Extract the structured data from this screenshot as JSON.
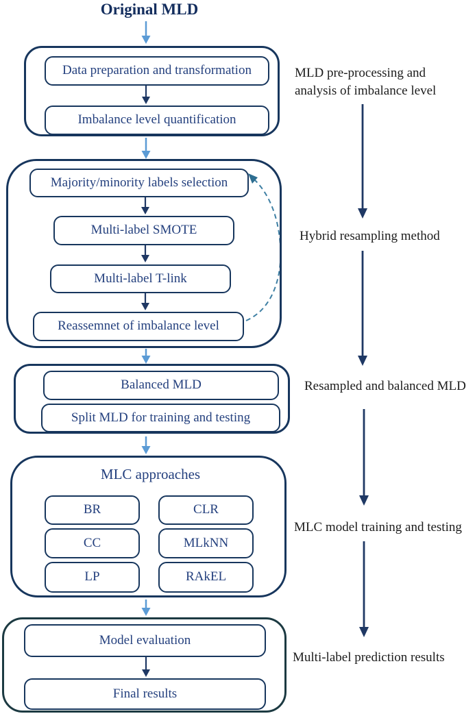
{
  "title": "Original MLD",
  "stages": {
    "preprocessing": {
      "boxes": [
        "Data preparation and transformation",
        "Imbalance level quantification"
      ]
    },
    "resampling": {
      "boxes": [
        "Majority/minority labels selection",
        "Multi-label SMOTE",
        "Multi-label T-link",
        "Reassemnet of imbalance level"
      ]
    },
    "balanced": {
      "boxes": [
        "Balanced MLD",
        "Split MLD for training and testing"
      ]
    },
    "mlc": {
      "title": "MLC approaches",
      "algorithms": [
        "BR",
        "CLR",
        "CC",
        "MLkNN",
        "LP",
        "RAkEL"
      ]
    },
    "evaluation": {
      "boxes": [
        "Model evaluation",
        "Final results"
      ]
    }
  },
  "side_labels": {
    "preprocessing_line1": "MLD pre-processing and",
    "preprocessing_line2": "analysis of imbalance level",
    "resampling": "Hybrid resampling method",
    "balanced": "Resampled and balanced MLD",
    "mlc": "MLC model training and testing",
    "evaluation": "Multi-label prediction results"
  },
  "colors": {
    "container_border": "#17365d",
    "evaluation_container_border": "#1c3a42",
    "box_border": "#17365d",
    "box_text": "#24407e",
    "title_text": "#142e5e",
    "connector_light_blue": "#5b9bd5",
    "arrow_navy": "#1f3864",
    "feedback_dashed": "#3e7fa3",
    "side_label_text": "#1c1c1c",
    "background": "#ffffff"
  }
}
